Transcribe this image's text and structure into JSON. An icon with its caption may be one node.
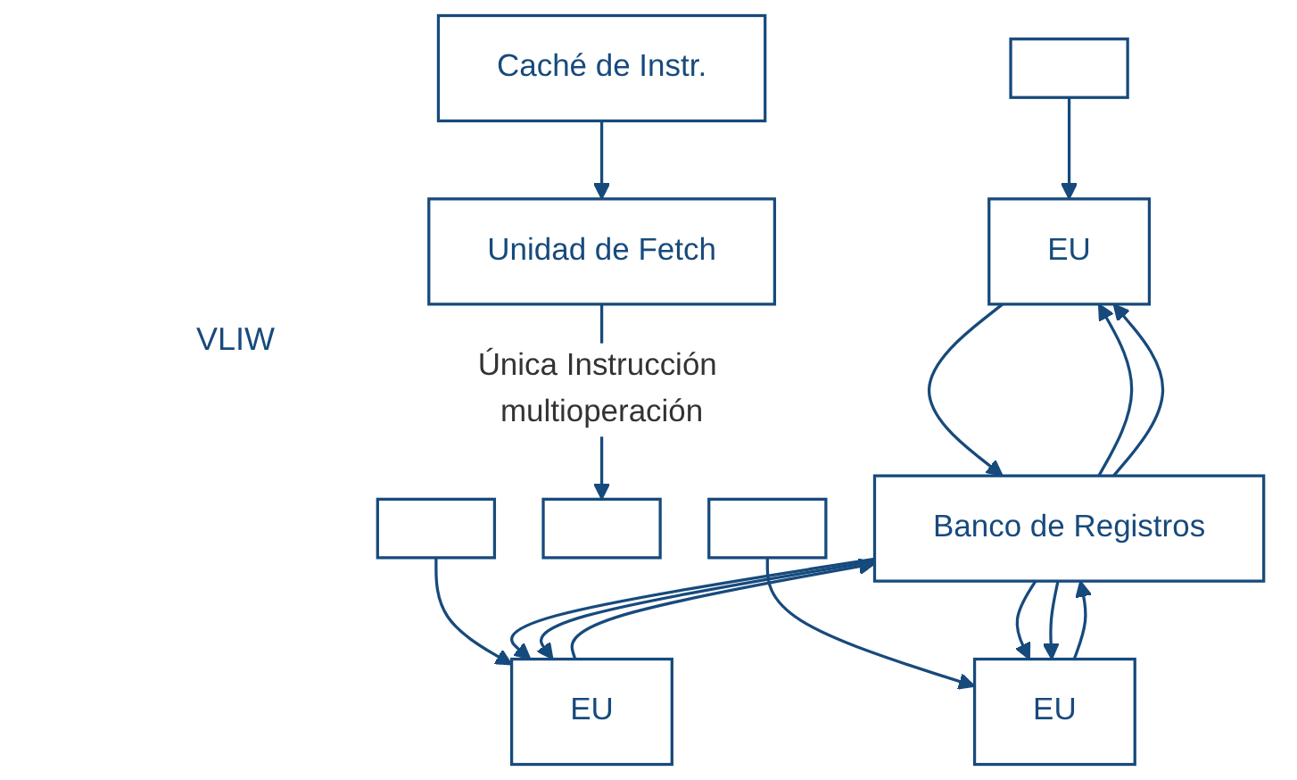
{
  "diagram": {
    "nodes": [
      {
        "text": [
          "Caché de Instr."
        ]
      },
      {
        "text": [
          "Unidad de Fetch"
        ]
      },
      {
        "text": [],
        "shape": "box"
      },
      {
        "text": [],
        "shape": "box"
      },
      {
        "text": [],
        "shape": "box"
      },
      {
        "text": [],
        "shape": "box"
      },
      {
        "text": [
          "EU"
        ]
      },
      {
        "text": [
          "EU"
        ]
      },
      {
        "text": [
          "EU"
        ]
      },
      {
        "text": [
          "Banco de Registros"
        ]
      }
    ],
    "edges": [
      {
        "from": 0,
        "to": 1,
        "arrow": "to"
      },
      {
        "from": 1,
        "to": 4,
        "arrow": "to",
        "label": "Única Instrucción multioperación"
      },
      {
        "from": 2,
        "to": 6,
        "arrow": "to"
      },
      {
        "from": 3,
        "to": 7,
        "arrow": "to"
      },
      {
        "from": 5,
        "to": 8,
        "arrow": "to"
      },
      {
        "from": 9,
        "to": 6,
        "arrow": "to"
      },
      {
        "from": 9,
        "to": 6,
        "arrow": "to"
      },
      {
        "from": 6,
        "to": 9,
        "arrow": "to"
      },
      {
        "from": 9,
        "to": 7,
        "arrow": "to"
      },
      {
        "from": 9,
        "to": 7,
        "arrow": "to"
      },
      {
        "from": 7,
        "to": 9,
        "arrow": "to"
      },
      {
        "from": 9,
        "to": 8,
        "arrow": "to"
      },
      {
        "from": 9,
        "to": 8,
        "arrow": "to"
      },
      {
        "from": 8,
        "to": 9,
        "arrow": "to"
      }
    ],
    "labels": [
      "VLIW"
    ]
  }
}
